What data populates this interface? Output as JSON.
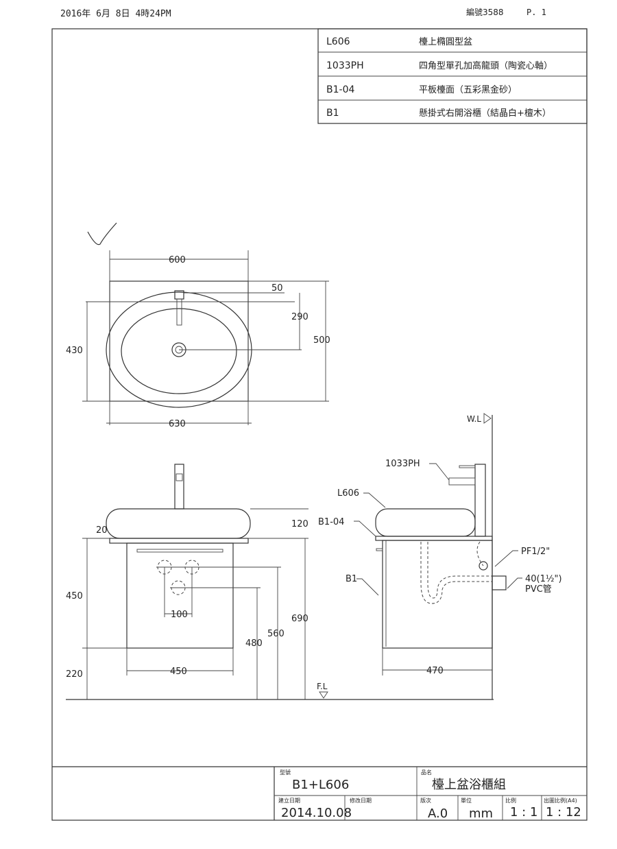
{
  "header": {
    "print_date": "2016年 6月 8日 4時24PM",
    "doc_number": "編號3588",
    "page": "P. 1"
  },
  "parts": [
    {
      "code": "L606",
      "name": "檯上橢圓型盆"
    },
    {
      "code": "1033PH",
      "name": "四角型單孔加高龍頭（陶瓷心軸）"
    },
    {
      "code": "B1-04",
      "name": "平板檯面（五彩黑金砂）"
    },
    {
      "code": "B1",
      "name": "懸掛式右開浴櫃（結晶白+檀木）"
    }
  ],
  "top_view": {
    "dims": {
      "width_top": "600",
      "width_bottom": "630",
      "depth_left": "430",
      "depth_right": "500",
      "faucet_to_drain": "290",
      "faucet_offset": "50"
    }
  },
  "front_view": {
    "dims": {
      "top_thickness": "20",
      "basin_height": "120",
      "cabinet_height": "450",
      "floor_gap": "220",
      "total_height": "690",
      "pipe_height_upper": "560",
      "pipe_height_lower": "480",
      "pipe_spacing": "100",
      "cabinet_width": "450"
    },
    "floor_label": "F.L"
  },
  "side_view": {
    "wall_label": "W.L",
    "labels": {
      "faucet": "1033PH",
      "basin": "L606",
      "counter": "B1-04",
      "cabinet": "B1",
      "supply": "PF1/2\"",
      "drain": "40(1½\")",
      "drain_pipe": "PVC管"
    },
    "dims": {
      "depth": "470"
    }
  },
  "title_block": {
    "model_label": "型號",
    "model": "B1+L606",
    "product_label": "品名",
    "product": "檯上盆浴櫃組",
    "created_label": "建立日期",
    "created": "2014.10.08",
    "modified_label": "修改日期",
    "modified": "",
    "version_label": "版次",
    "version": "A.0",
    "unit_label": "單位",
    "unit": "mm",
    "scale_label": "比例",
    "scale": "1 : 1",
    "print_scale_label": "出圖比例(A4)",
    "print_scale": "1 : 12"
  }
}
